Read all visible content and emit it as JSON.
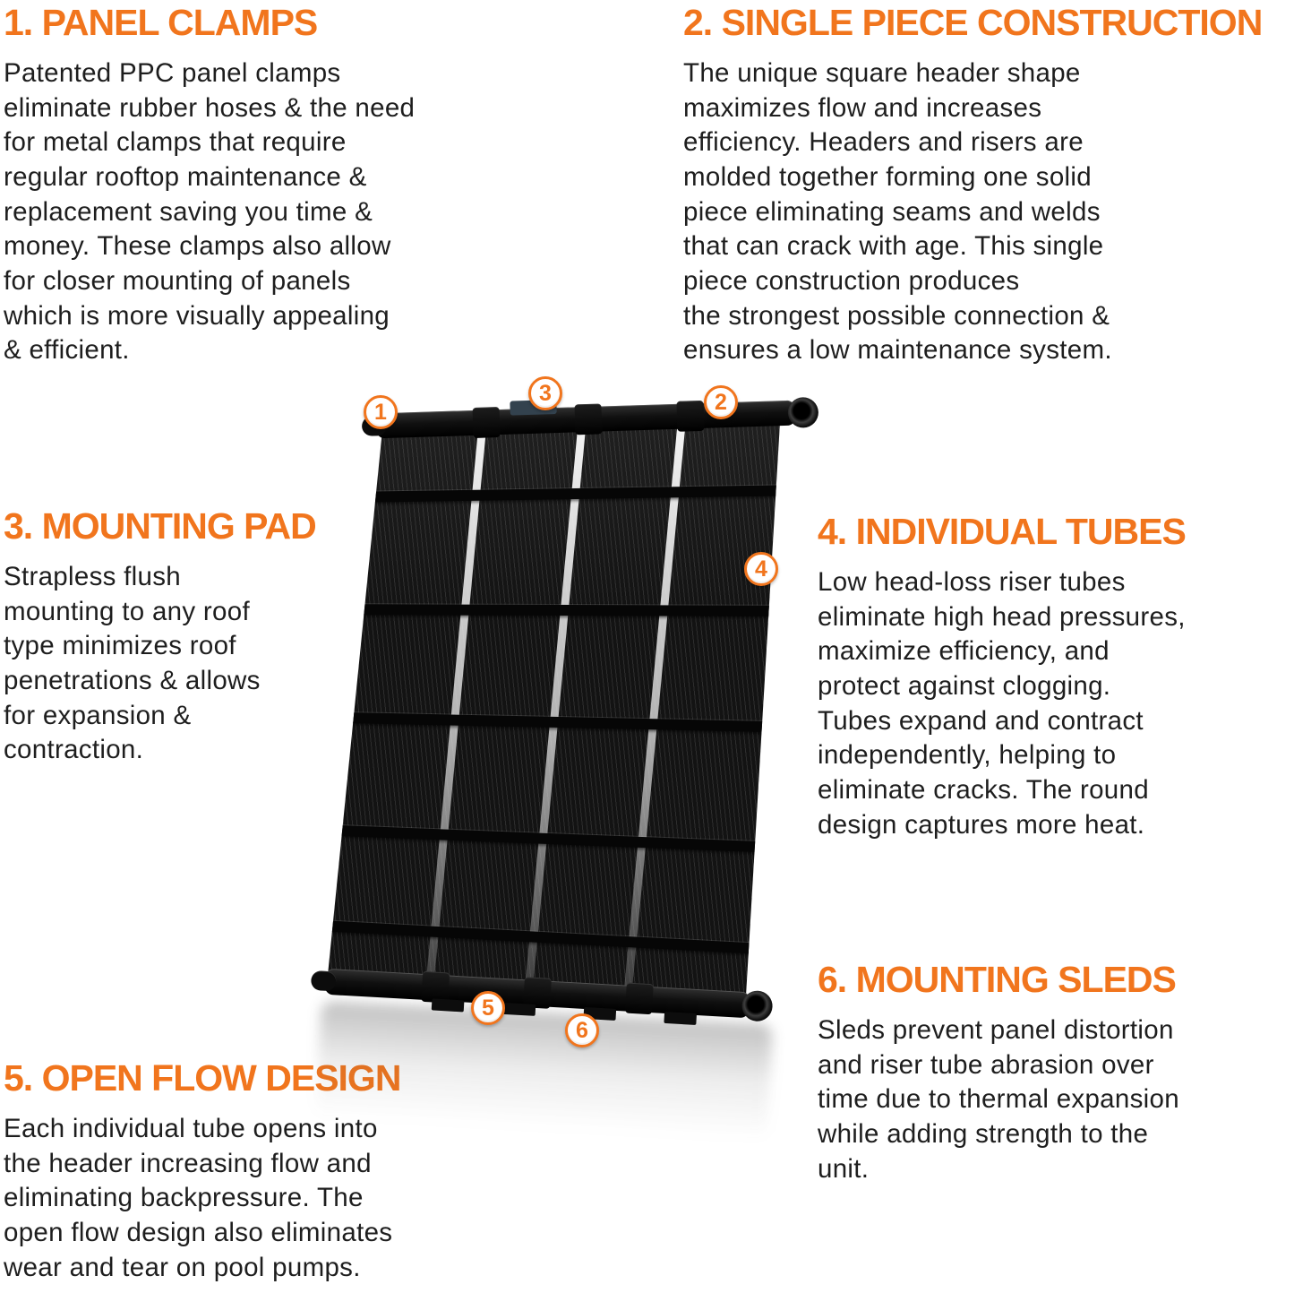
{
  "colors": {
    "accent": "#F1751D",
    "text": "#1E1E1E",
    "panel": "#131313",
    "background": "#FFFFFF"
  },
  "features": [
    {
      "id": "1",
      "title": "1. PANEL CLAMPS",
      "body": "Patented PPC panel clamps\neliminate rubber hoses & the need\nfor metal clamps that require\nregular rooftop maintenance &\nreplacement saving you time &\nmoney. These clamps also allow\nfor closer mounting of panels\nwhich is more visually appealing\n& efficient."
    },
    {
      "id": "2",
      "title": "2. SINGLE PIECE CONSTRUCTION",
      "body": "The unique square header shape\nmaximizes flow and increases\nefficiency. Headers and risers are\nmolded together forming one solid\npiece eliminating seams and welds\nthat can crack with age. This single\npiece construction produces\nthe strongest possible connection &\nensures a low maintenance system."
    },
    {
      "id": "3",
      "title": "3. MOUNTING PAD",
      "body": "Strapless flush\nmounting to any roof\ntype minimizes roof\npenetrations & allows\nfor expansion &\ncontraction."
    },
    {
      "id": "4",
      "title": "4. INDIVIDUAL TUBES",
      "body": "Low head-loss riser tubes\neliminate high head pressures,\nmaximize efficiency, and\nprotect against clogging.\nTubes expand and contract\nindependently, helping to\neliminate cracks. The round\ndesign captures more heat."
    },
    {
      "id": "5",
      "title": "5. OPEN FLOW DESIGN",
      "body": "Each individual tube opens into\nthe header increasing flow and\neliminating backpressure. The\nopen flow design also eliminates\nwear and tear on pool pumps."
    },
    {
      "id": "6",
      "title": "6. MOUNTING SLEDS",
      "body": "Sleds prevent panel distortion\nand riser tube abrasion over\ntime due to thermal expansion\nwhile adding strength to the\nunit."
    }
  ],
  "markers": [
    "1",
    "2",
    "3",
    "4",
    "5",
    "6"
  ]
}
